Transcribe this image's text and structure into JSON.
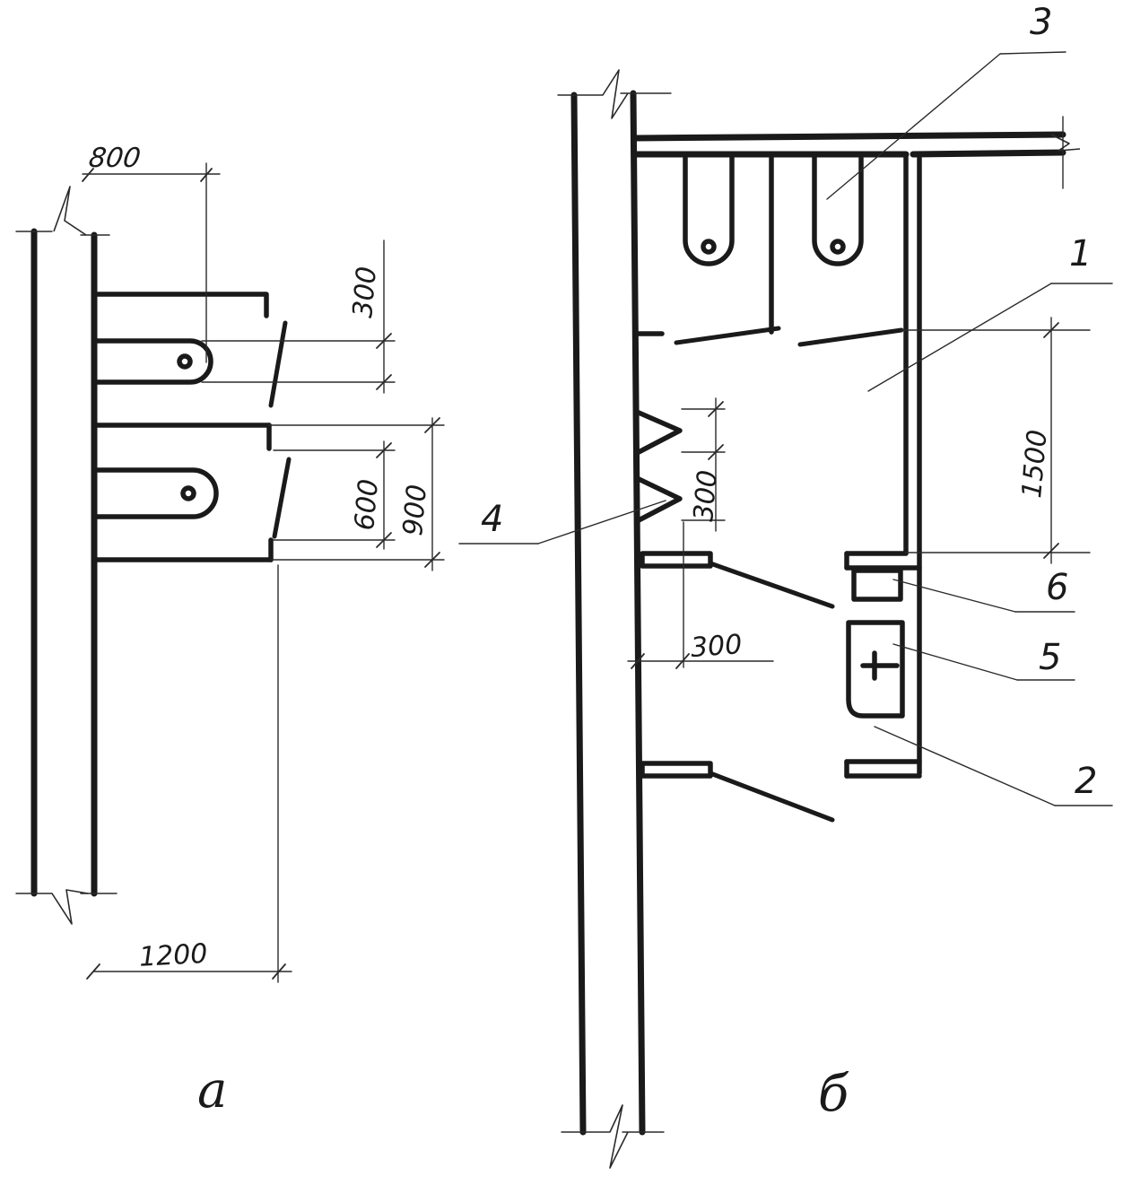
{
  "plan_a": {
    "caption": "а",
    "dim_width_top": "800",
    "dim_gap": "300",
    "dim_door": "600",
    "dim_cubicle": "900",
    "dim_depth": "1200"
  },
  "plan_b": {
    "caption": "б",
    "dim_clearance": "1500",
    "dim_urinal_spacing": "300",
    "dim_urinal_offset": "300",
    "callouts": [
      "1",
      "2",
      "3",
      "4",
      "5",
      "6"
    ]
  }
}
